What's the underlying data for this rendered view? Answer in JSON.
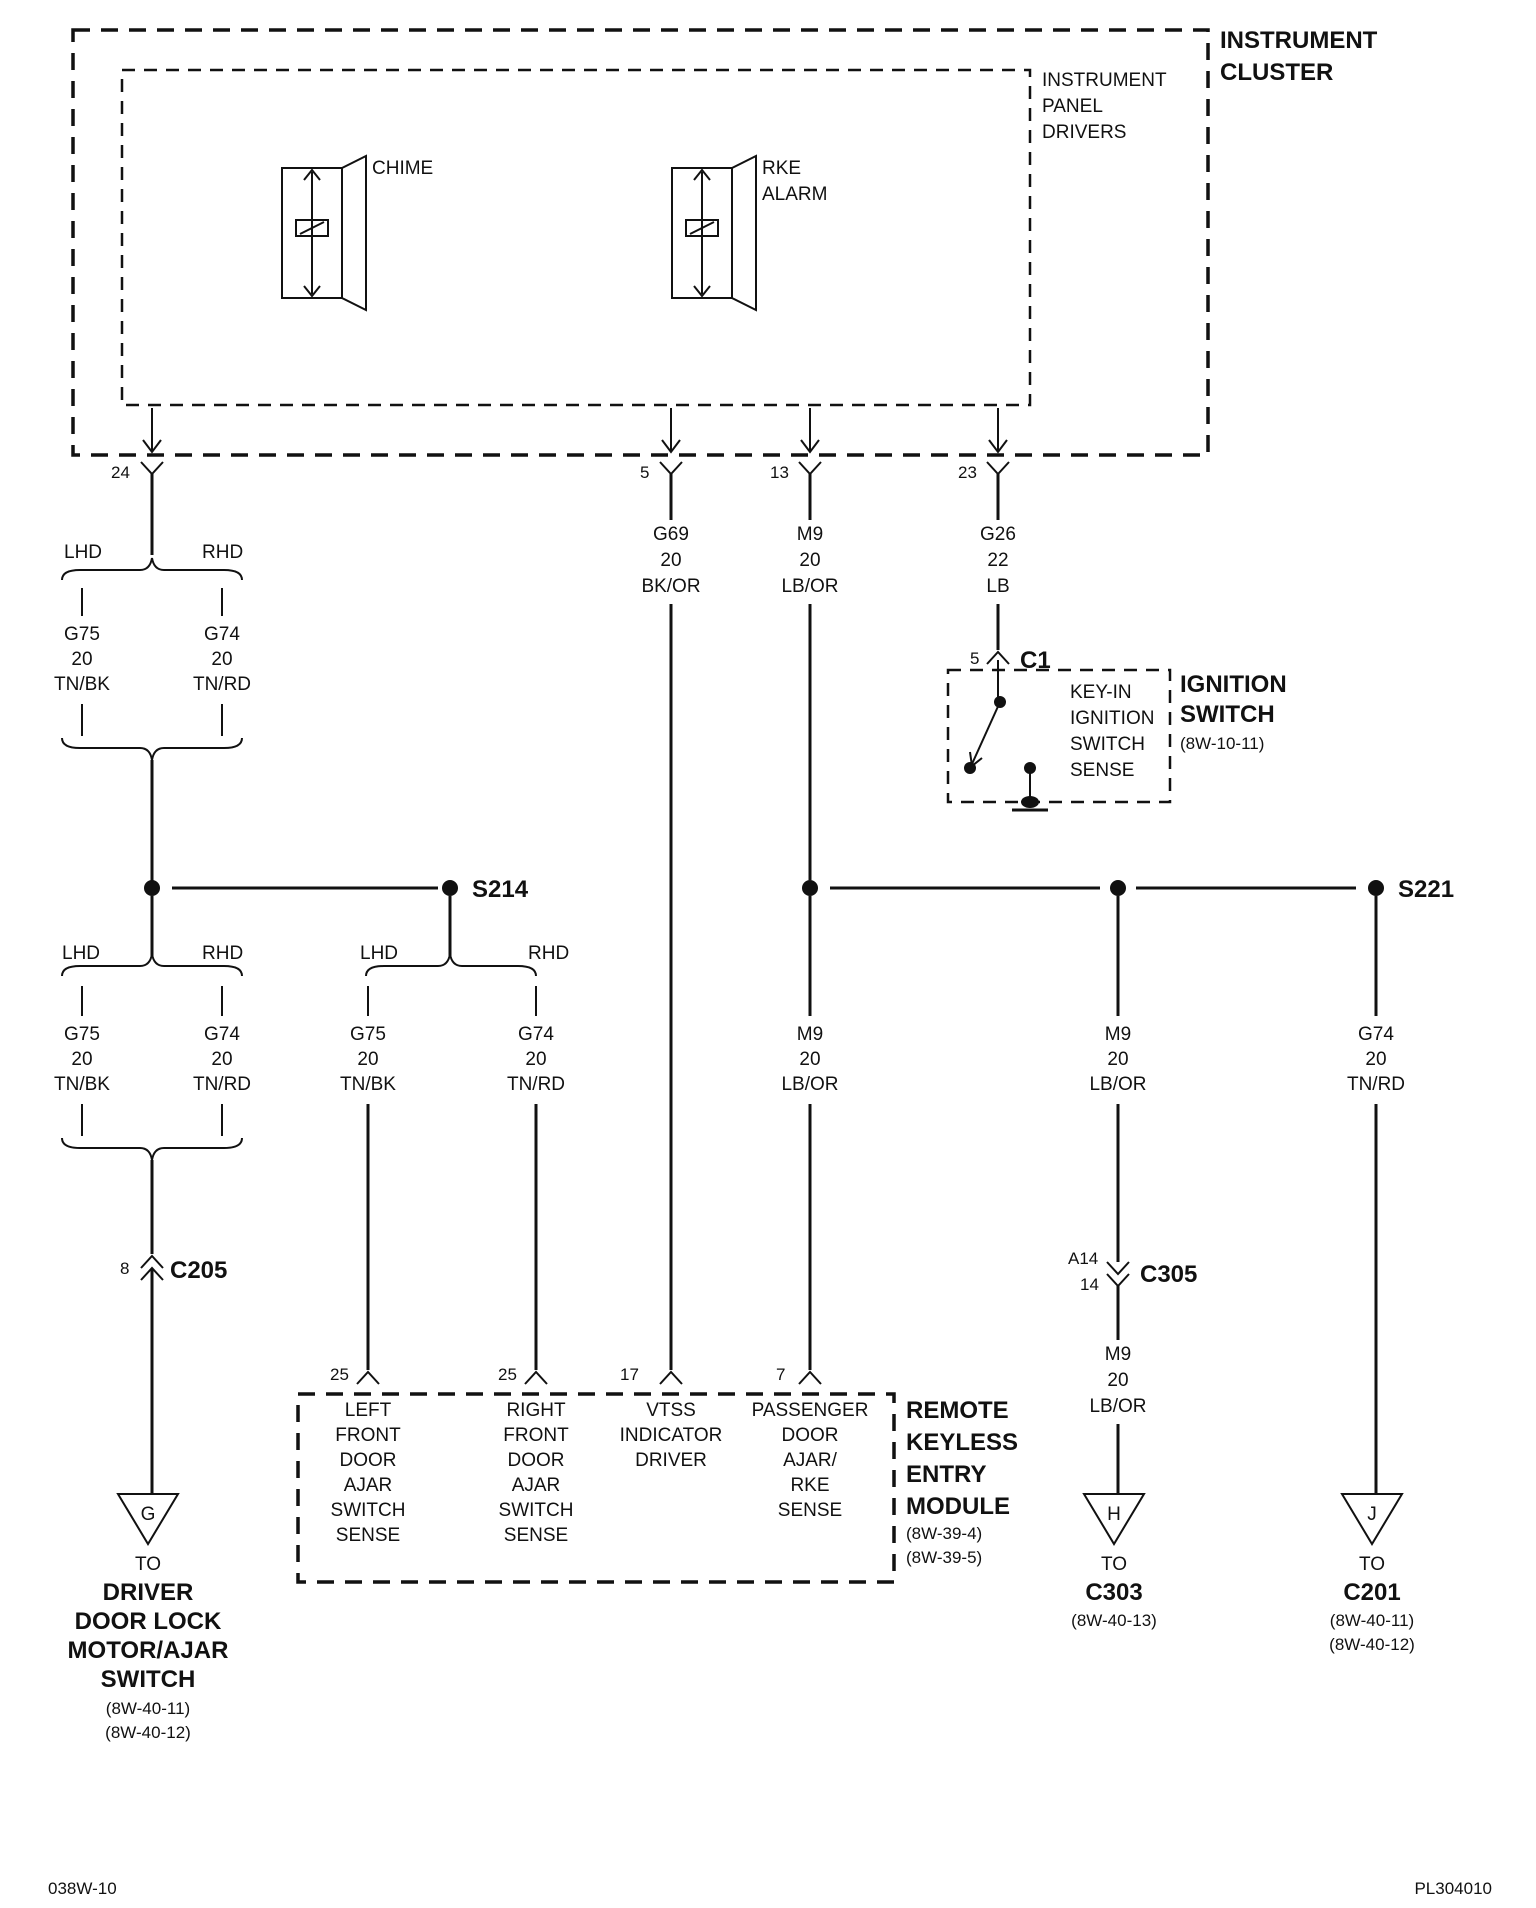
{
  "instrument_cluster": {
    "title_line1": "INSTRUMENT",
    "title_line2": "CLUSTER"
  },
  "instrument_panel_drivers": {
    "line1": "INSTRUMENT",
    "line2": "PANEL",
    "line3": "DRIVERS"
  },
  "chime": {
    "label": "CHIME"
  },
  "rke_alarm": {
    "line1": "RKE",
    "line2": "ALARM"
  },
  "cluster_pins": {
    "p24": "24",
    "p5": "5",
    "p13": "13",
    "p23": "23"
  },
  "wires": {
    "g69": {
      "circuit": "G69",
      "gauge": "20",
      "color": "BK/OR"
    },
    "m9_top": {
      "circuit": "M9",
      "gauge": "20",
      "color": "LB/OR"
    },
    "g26": {
      "circuit": "G26",
      "gauge": "22",
      "color": "LB"
    },
    "upper_split": {
      "lhd": "LHD",
      "rhd": "RHD",
      "left": {
        "circuit": "G75",
        "gauge": "20",
        "color": "TN/BK"
      },
      "right": {
        "circuit": "G74",
        "gauge": "20",
        "color": "TN/RD"
      }
    },
    "lower_split_a": {
      "lhd": "LHD",
      "rhd": "RHD",
      "left": {
        "circuit": "G75",
        "gauge": "20",
        "color": "TN/BK"
      },
      "right": {
        "circuit": "G74",
        "gauge": "20",
        "color": "TN/RD"
      }
    },
    "lower_split_b": {
      "lhd": "LHD",
      "rhd": "RHD",
      "left": {
        "circuit": "G75",
        "gauge": "20",
        "color": "TN/BK"
      },
      "right": {
        "circuit": "G74",
        "gauge": "20",
        "color": "TN/RD"
      }
    },
    "m9_rke": {
      "circuit": "M9",
      "gauge": "20",
      "color": "LB/OR"
    },
    "m9_c305_in": {
      "circuit": "M9",
      "gauge": "20",
      "color": "LB/OR"
    },
    "m9_c305_out": {
      "circuit": "M9",
      "gauge": "20",
      "color": "LB/OR"
    },
    "g74_c201": {
      "circuit": "G74",
      "gauge": "20",
      "color": "TN/RD"
    }
  },
  "ignition_switch": {
    "pin": "5",
    "connector": "C1",
    "sense_line1": "KEY-IN",
    "sense_line2": "IGNITION",
    "sense_line3": "SWITCH",
    "sense_line4": "SENSE",
    "title_line1": "IGNITION",
    "title_line2": "SWITCH",
    "ref": "(8W-10-11)"
  },
  "splices": {
    "s214": "S214",
    "s221": "S221"
  },
  "c205": {
    "pin": "8",
    "label": "C205"
  },
  "c305": {
    "pin_a": "A14",
    "pin_b": "14",
    "label": "C305"
  },
  "rke_module": {
    "pins": {
      "p25a": "25",
      "p25b": "25",
      "p17": "17",
      "p7": "7"
    },
    "left_front": {
      "l1": "LEFT",
      "l2": "FRONT",
      "l3": "DOOR",
      "l4": "AJAR",
      "l5": "SWITCH",
      "l6": "SENSE"
    },
    "right_front": {
      "l1": "RIGHT",
      "l2": "FRONT",
      "l3": "DOOR",
      "l4": "AJAR",
      "l5": "SWITCH",
      "l6": "SENSE"
    },
    "vtss": {
      "l1": "VTSS",
      "l2": "INDICATOR",
      "l3": "DRIVER"
    },
    "passenger": {
      "l1": "PASSENGER",
      "l2": "DOOR",
      "l3": "AJAR/",
      "l4": "RKE",
      "l5": "SENSE"
    },
    "title_line1": "REMOTE",
    "title_line2": "KEYLESS",
    "title_line3": "ENTRY",
    "title_line4": "MODULE",
    "ref1": "(8W-39-4)",
    "ref2": "(8W-39-5)"
  },
  "dest_g": {
    "letter": "G",
    "to": "TO",
    "line1": "DRIVER",
    "line2": "DOOR LOCK",
    "line3": "MOTOR/AJAR",
    "line4": "SWITCH",
    "ref1": "(8W-40-11)",
    "ref2": "(8W-40-12)"
  },
  "dest_h": {
    "letter": "H",
    "to": "TO",
    "name": "C303",
    "ref1": "(8W-40-13)"
  },
  "dest_j": {
    "letter": "J",
    "to": "TO",
    "name": "C201",
    "ref1": "(8W-40-11)",
    "ref2": "(8W-40-12)"
  },
  "footer": {
    "left": "038W-10",
    "right": "PL304010"
  }
}
